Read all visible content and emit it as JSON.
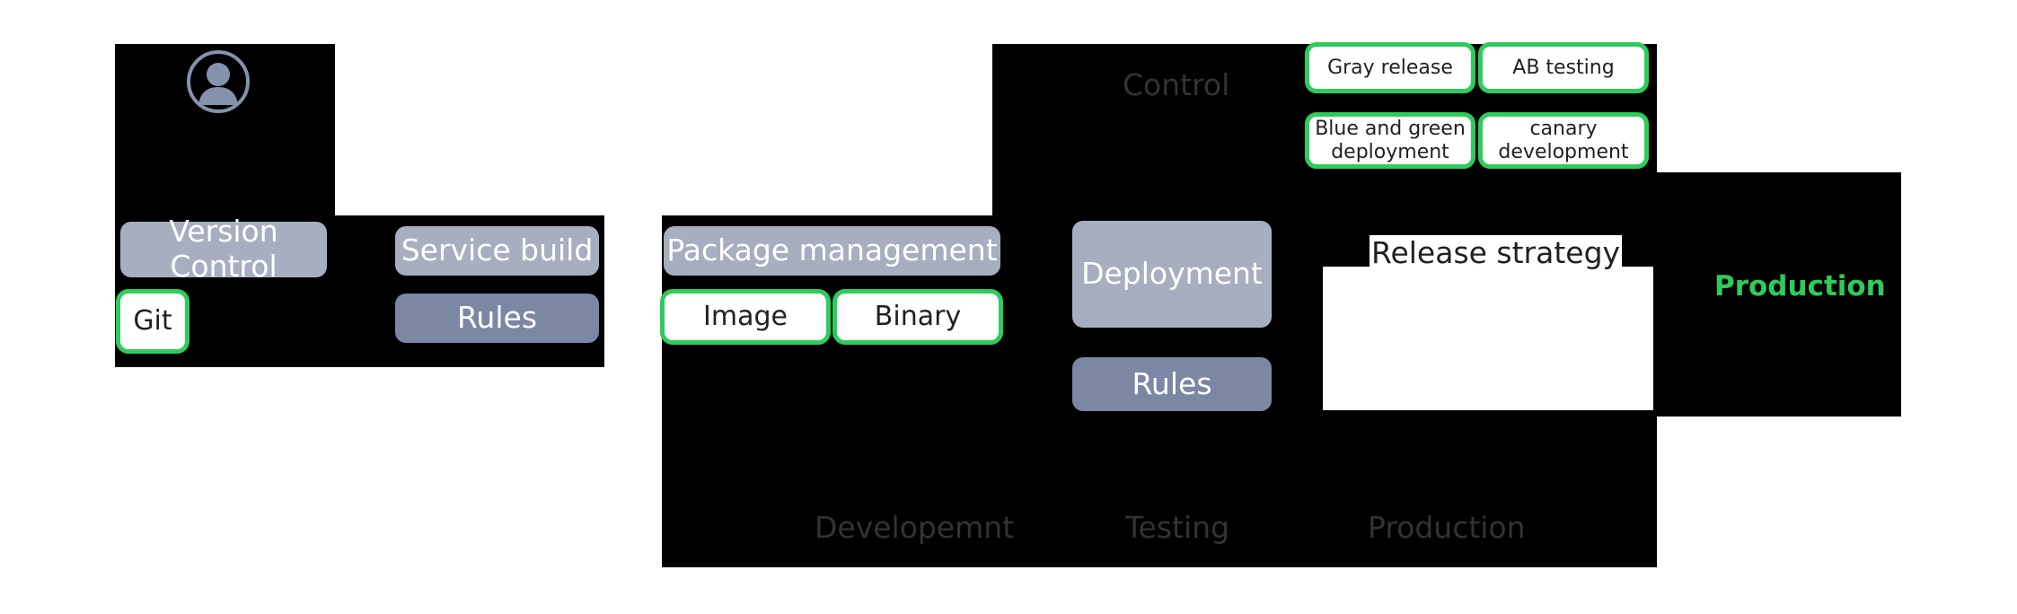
{
  "colors": {
    "panel_background": "#000000",
    "page_background": "#ffffff",
    "node_header": "#a6aec0",
    "node_rules": "#7b87a3",
    "accent_green": "#2ecc5a",
    "stage_label": "#333333",
    "avatar": "#8592ad"
  },
  "icons": {
    "user_avatar": "user-avatar-icon"
  },
  "source_stage": {
    "version_control": "Version Control",
    "git": "Git"
  },
  "build_stage": {
    "service_build": "Service build",
    "rules": "Rules"
  },
  "package_stage": {
    "package_management": "Package management",
    "artifacts": [
      "Image",
      "Binary"
    ]
  },
  "control_stage": {
    "title": "Control",
    "deployment": "Deployment",
    "rules": "Rules",
    "release_strategy_title": "Release strategy",
    "strategies": [
      "Gray release",
      "AB testing",
      "Blue and green deployment",
      "canary development"
    ]
  },
  "production_stage": {
    "accent_label": "Production"
  },
  "environment_lanes": [
    "Developemnt",
    "Testing",
    "Production"
  ]
}
